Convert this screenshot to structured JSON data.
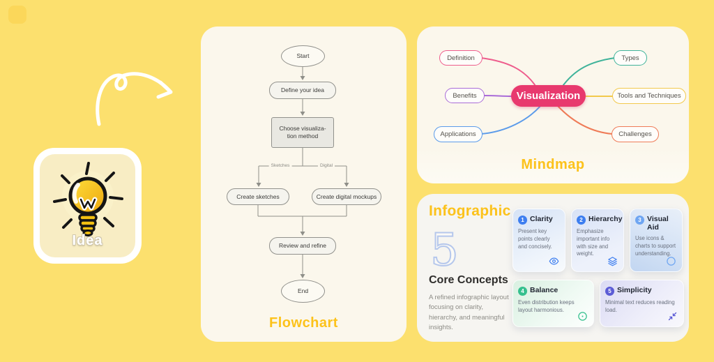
{
  "theme": {
    "background": "#FCE06E",
    "panel_background": "#FBF7EC",
    "title_color": "#FCC21B"
  },
  "idea_card": {
    "label": "Idea",
    "icon": "lightbulb-icon"
  },
  "arrow": {
    "icon": "curly-arrow-icon",
    "color": "#FFFFFF"
  },
  "flowchart": {
    "title": "Flowchart",
    "nodes": {
      "start": "Start",
      "define": "Define your idea",
      "choose_line1": "Choose visualiza-",
      "choose_line2": "tion method",
      "create_sketches": "Create sketches",
      "create_digital": "Create digital mockups",
      "review": "Review and refine",
      "end": "End"
    },
    "branch_labels": {
      "left": "Sketches",
      "right": "Digital"
    }
  },
  "mindmap": {
    "title": "Mindmap",
    "center": {
      "label": "Visualization",
      "color": "#E8396E"
    },
    "branches": [
      {
        "label": "Definition",
        "color": "#EE5C8C"
      },
      {
        "label": "Benefits",
        "color": "#A96BD8"
      },
      {
        "label": "Applications",
        "color": "#5B9BEA"
      },
      {
        "label": "Types",
        "color": "#3FB39A"
      },
      {
        "label": "Tools and Techniques",
        "color": "#F2C94C"
      },
      {
        "label": "Challenges",
        "color": "#EF7B57"
      }
    ]
  },
  "infographic": {
    "title": "Infographic",
    "big_number": "5",
    "subtitle": "Core Concepts",
    "description": "A refined infographic layout focusing on clarity, hierarchy, and meaningful insights.",
    "cards": [
      {
        "number": "1",
        "title": "Clarity",
        "text": "Present key points clearly and concisely.",
        "icon": "eye-icon",
        "accent": "#3D7EF0"
      },
      {
        "number": "2",
        "title": "Hierarchy",
        "text": "Emphasize important info with size and weight.",
        "icon": "layers-icon",
        "accent": "#3D7EF0"
      },
      {
        "number": "3",
        "title": "Visual Aid",
        "text": "Use icons & charts to support understanding.",
        "icon": "circle-icon",
        "accent": "#6FA6F2"
      },
      {
        "number": "4",
        "title": "Balance",
        "text": "Even distribution keeps layout harmonious.",
        "icon": "target-icon",
        "accent": "#35C08E"
      },
      {
        "number": "5",
        "title": "Simplicity",
        "text": "Minimal text reduces reading load.",
        "icon": "shrink-icon",
        "accent": "#5B5BD6"
      }
    ]
  }
}
